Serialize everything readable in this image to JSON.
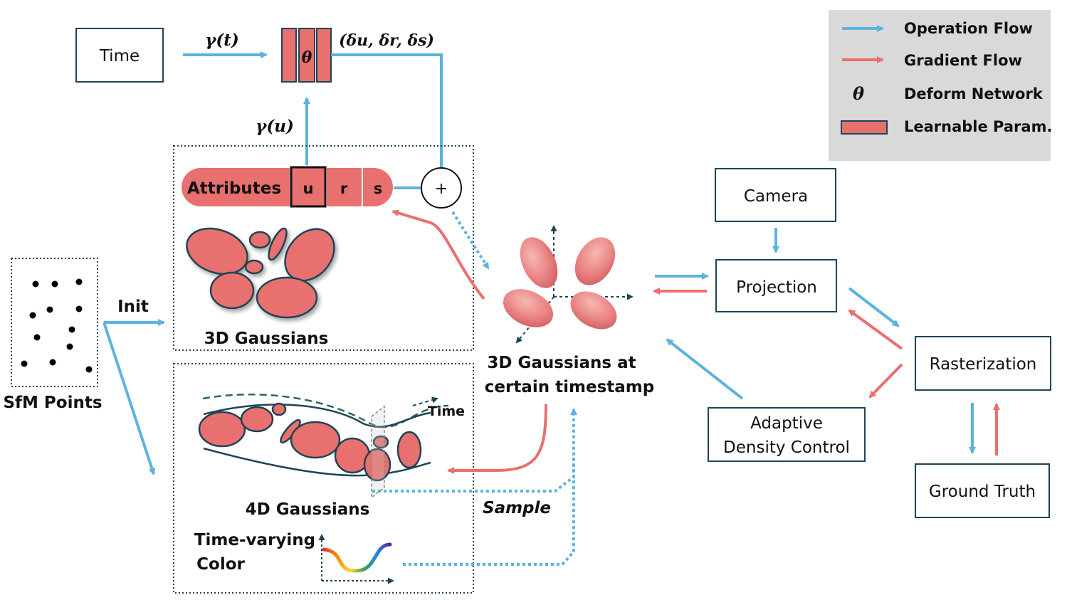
{
  "colors": {
    "operation": "#5cb3e0",
    "gradient": "#e8706e",
    "param_fill": "#e8706e",
    "dark": "#1e4456",
    "legend_bg": "#d9d9d9"
  },
  "legend": {
    "operation_flow": "Operation Flow",
    "gradient_flow": "Gradient Flow",
    "theta_symbol": "θ",
    "deform_network": "Deform Network",
    "learnable_param": "Learnable Param."
  },
  "nodes": {
    "time": "Time",
    "camera": "Camera",
    "projection": "Projection",
    "rasterization": "Rasterization",
    "ground_truth": "Ground Truth",
    "adaptive_line1": "Adaptive",
    "adaptive_line2": "Density Control",
    "sfm_points": "SfM Points",
    "gaussians_3d": "3D Gaussians",
    "gaussians_4d": "4D Gaussians",
    "time_varying_line1": "Time-varying",
    "time_varying_line2": "Color",
    "timestamp_line1": "3D Gaussians at",
    "timestamp_line2": "certain timestamp",
    "time_axis": "Time"
  },
  "network": {
    "theta": "θ",
    "gamma_t": "γ(t)",
    "gamma_u": "γ(u)",
    "deltas": "(δu, δr, δs)",
    "plus": "+"
  },
  "attributes": {
    "label": "Attributes",
    "u": "u",
    "r": "r",
    "s": "s"
  },
  "edges": {
    "init": "Init",
    "sample": "Sample"
  }
}
